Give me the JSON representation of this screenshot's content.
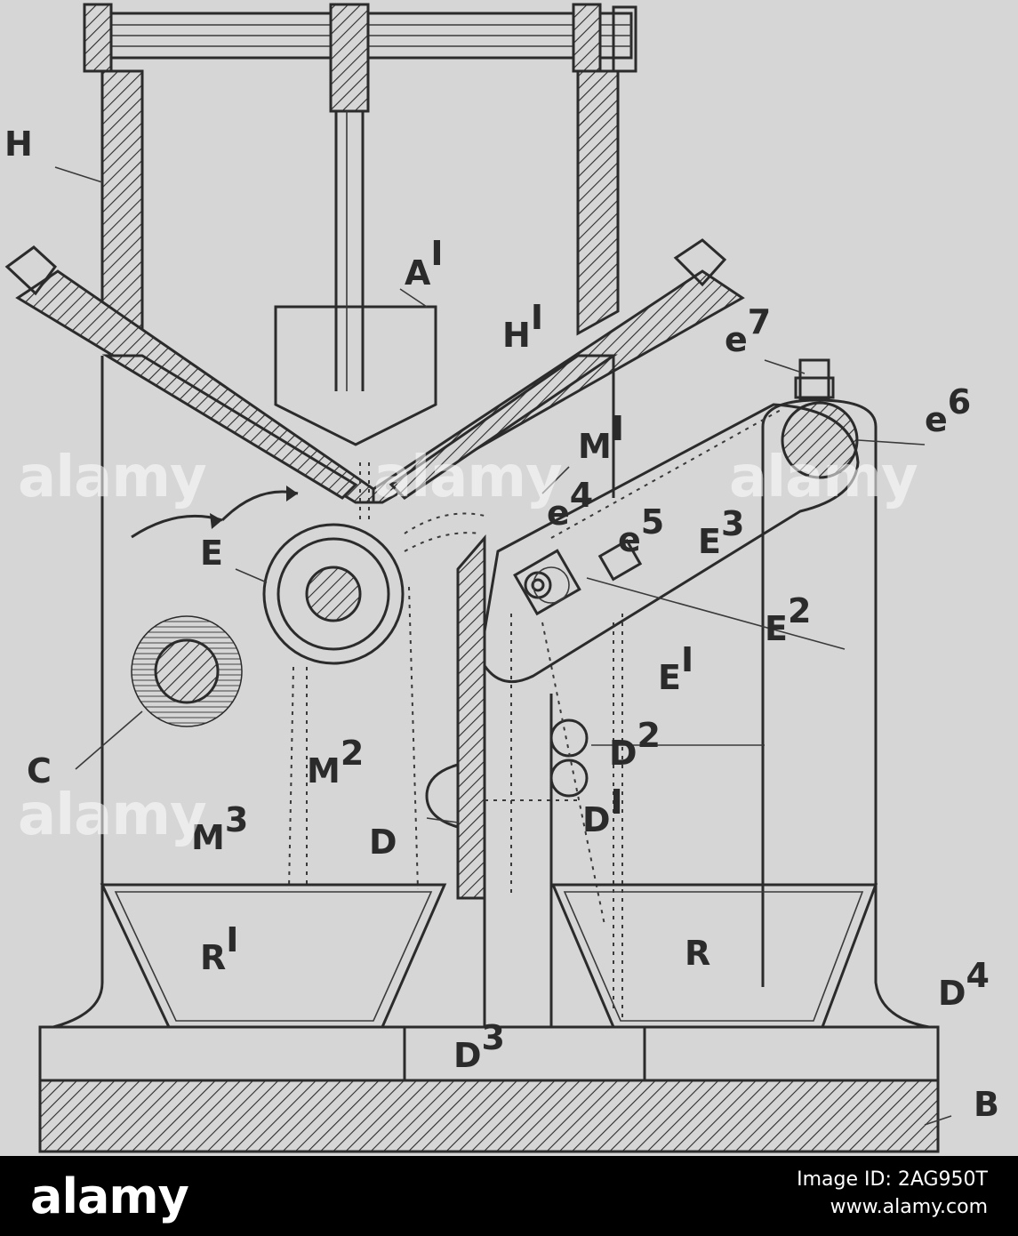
{
  "figure": {
    "labels": {
      "H": "H",
      "A1": {
        "base": "A",
        "sup": "I"
      },
      "H1": {
        "base": "H",
        "sup": "I"
      },
      "e7": {
        "base": "e",
        "sup": "7"
      },
      "e6": {
        "base": "e",
        "sup": "6"
      },
      "M1": {
        "base": "M",
        "sup": "I"
      },
      "E": "E",
      "e4": {
        "base": "e",
        "sup": "4"
      },
      "e5": {
        "base": "e",
        "sup": "5"
      },
      "E3": {
        "base": "E",
        "sup": "3"
      },
      "E2": {
        "base": "E",
        "sup": "2"
      },
      "E1": {
        "base": "E",
        "sup": "I"
      },
      "C": "C",
      "M2": {
        "base": "M",
        "sup": "2"
      },
      "D2": {
        "base": "D",
        "sup": "2"
      },
      "M3": {
        "base": "M",
        "sup": "3"
      },
      "D": "D",
      "D1": {
        "base": "D",
        "sup": "I"
      },
      "R1": {
        "base": "R",
        "sup": "I"
      },
      "R": "R",
      "D4": {
        "base": "D",
        "sup": "4"
      },
      "D3": {
        "base": "D",
        "sup": "3"
      },
      "B": "B"
    }
  },
  "footer": {
    "brand": "alamy",
    "image_id": "Image ID: 2AG950T",
    "site": "www.alamy.com"
  },
  "watermarks": [
    "alamy",
    "alamy",
    "alamy",
    "alamy"
  ]
}
